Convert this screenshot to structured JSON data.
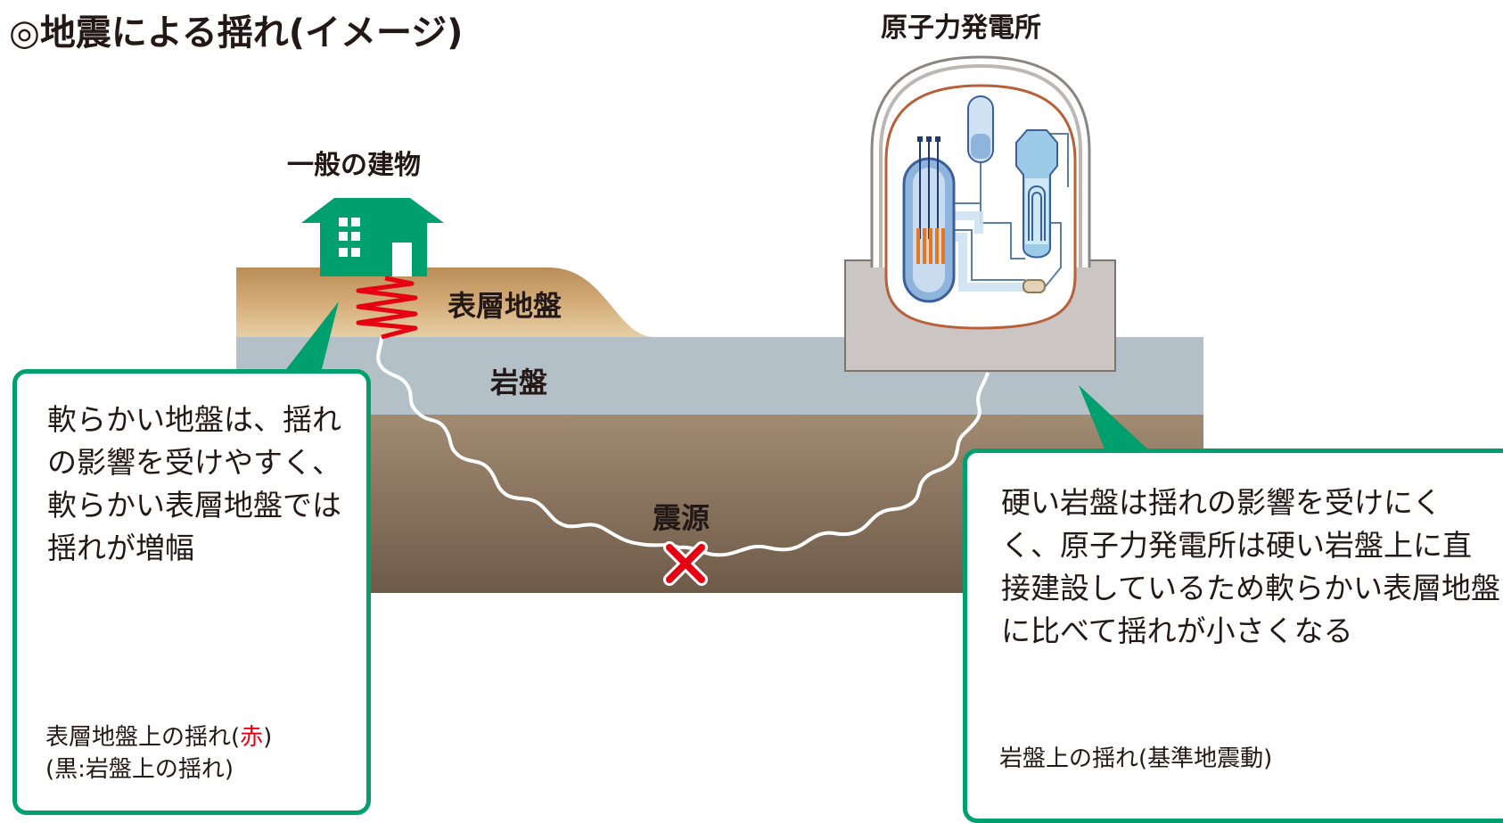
{
  "title": "◎地震による揺れ(イメージ)",
  "labels": {
    "nuclear_plant": "原子力発電所",
    "general_building": "一般の建物",
    "surface_ground": "表層地盤",
    "bedrock": "岩盤",
    "epicenter": "震源"
  },
  "left_callout": {
    "text": "軟らかい地盤は、揺れの影響を受けやすく、軟らかい表層地盤では揺れが増幅",
    "caption_prefix": "表層地盤上の揺れ(",
    "caption_red": "赤",
    "caption_suffix": ")",
    "caption_line2": "(黒:岩盤上の揺れ)"
  },
  "right_callout": {
    "text": "硬い岩盤は揺れの影響を受けにくく、原子力発電所は硬い岩盤上に直接建設しているため軟らかい表層地盤に比べて揺れが小さくなる",
    "caption": "岩盤上の揺れ(基準地震動)"
  },
  "colors": {
    "green": "#00a06e",
    "red": "#e60012",
    "surface": "#c8a06e",
    "bedrock": "#b4c0c8",
    "deep": "#8c7864"
  }
}
